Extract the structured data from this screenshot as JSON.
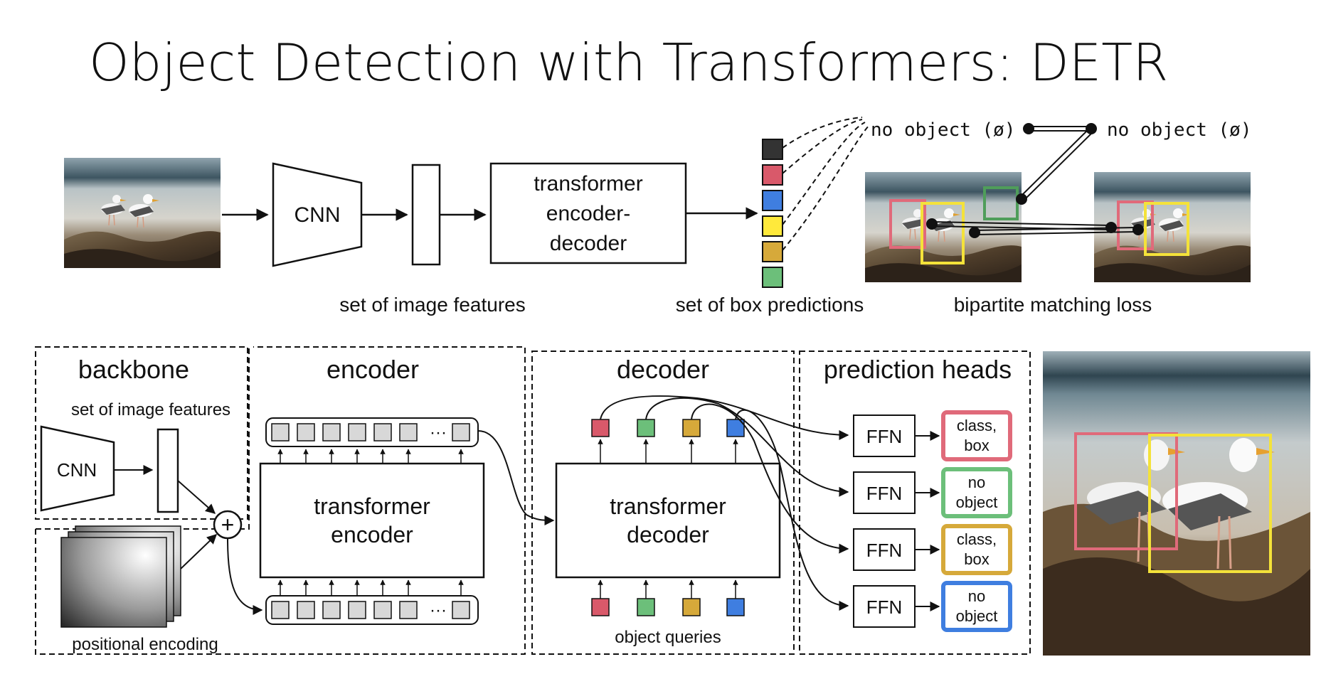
{
  "slide": {
    "title": "Object Detection with Transformers: DETR"
  },
  "colors": {
    "black_box": "#333333",
    "red": "#d9596a",
    "blue": "#3f7ee0",
    "yellow": "#ffe93b",
    "gold": "#d6a93a",
    "green": "#6cbf7a",
    "token_gray": "#d8d8d8",
    "bbox_red": "#e06a7a",
    "bbox_yellow": "#f4e23a",
    "bbox_green": "#4f9d5a"
  },
  "top_pipeline": {
    "cnn_label": "CNN",
    "transformer_lines": [
      "transformer",
      "encoder-",
      "decoder"
    ],
    "caption_features": "set of image features",
    "caption_predictions": "set of box predictions",
    "caption_matching": "bipartite matching loss",
    "no_object_left": "no object (ø)",
    "no_object_right": "no object (ø)"
  },
  "bottom_pipeline": {
    "backbone": {
      "title": "backbone",
      "subtitle": "set of image features",
      "cnn_label": "CNN",
      "pos_label": "positional encoding",
      "plus": "+"
    },
    "encoder": {
      "title": "encoder",
      "block_lines": [
        "transformer",
        "encoder"
      ],
      "ellipsis": "···"
    },
    "decoder": {
      "title": "decoder",
      "block_lines": [
        "transformer",
        "decoder"
      ],
      "queries_label": "object queries"
    },
    "heads": {
      "title": "prediction heads",
      "ffn_label": "FFN",
      "outputs": [
        {
          "lines": [
            "class,",
            "box"
          ],
          "color": "#e06a7a"
        },
        {
          "lines": [
            "no",
            "object"
          ],
          "color": "#6cbf7a"
        },
        {
          "lines": [
            "class,",
            "box"
          ],
          "color": "#d6a93a"
        },
        {
          "lines": [
            "no",
            "object"
          ],
          "color": "#3f7ee0"
        }
      ]
    }
  }
}
